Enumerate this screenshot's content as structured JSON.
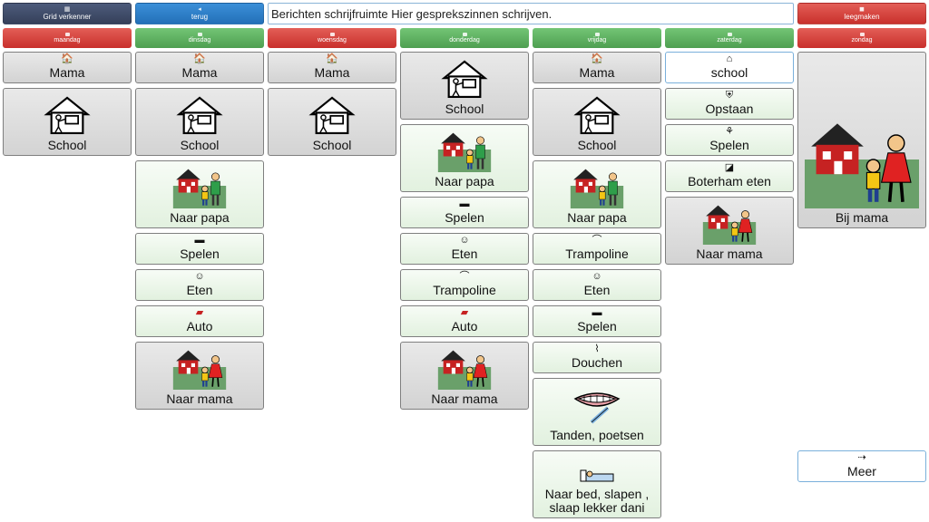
{
  "toolbar": {
    "grid_explorer": "Grid verkenner",
    "back": "terug",
    "message": "Berichten schrijfruimte Hier gesprekszinnen schrijven.",
    "clear": "leegmaken"
  },
  "days": {
    "mon": "maandag",
    "tue": "dinsdag",
    "wed": "woensdag",
    "thu": "donderdag",
    "fri": "vrijdag",
    "sat": "zaterdag",
    "sun": "zondag"
  },
  "colors": {
    "red": "#d9423c",
    "green": "#5cb25f",
    "navy": "#3f4a66",
    "blue": "#2f80c8"
  },
  "cells": {
    "mon_mama": "Mama",
    "mon_school": "School",
    "tue_mama": "Mama",
    "tue_school": "School",
    "tue_naarpapa": "Naar papa",
    "tue_spelen": "Spelen",
    "tue_eten": "Eten",
    "tue_auto": "Auto",
    "tue_naarmama": "Naar mama",
    "wed_mama": "Mama",
    "wed_school": "School",
    "thu_school": "School",
    "thu_naarpapa": "Naar papa",
    "thu_spelen": "Spelen",
    "thu_eten": "Eten",
    "thu_trampoline": "Trampoline",
    "thu_auto": "Auto",
    "thu_naarmama": "Naar mama",
    "fri_mama": "Mama",
    "fri_school": "School",
    "fri_naarpapa": "Naar papa",
    "fri_trampoline": "Trampoline",
    "fri_eten": "Eten",
    "fri_spelen": "Spelen",
    "fri_douchen": "Douchen",
    "fri_tanden": "Tanden, poetsen",
    "fri_bed_line1": "Naar bed, slapen ,",
    "fri_bed_line2": "slaap lekker dani",
    "sat_school": "school",
    "sat_opstaan": "Opstaan",
    "sat_spelen": "Spelen",
    "sat_boterham": "Boterham eten",
    "sat_naarmama": "Naar mama",
    "sun_bijmama": "Bij mama",
    "meer": "Meer"
  }
}
